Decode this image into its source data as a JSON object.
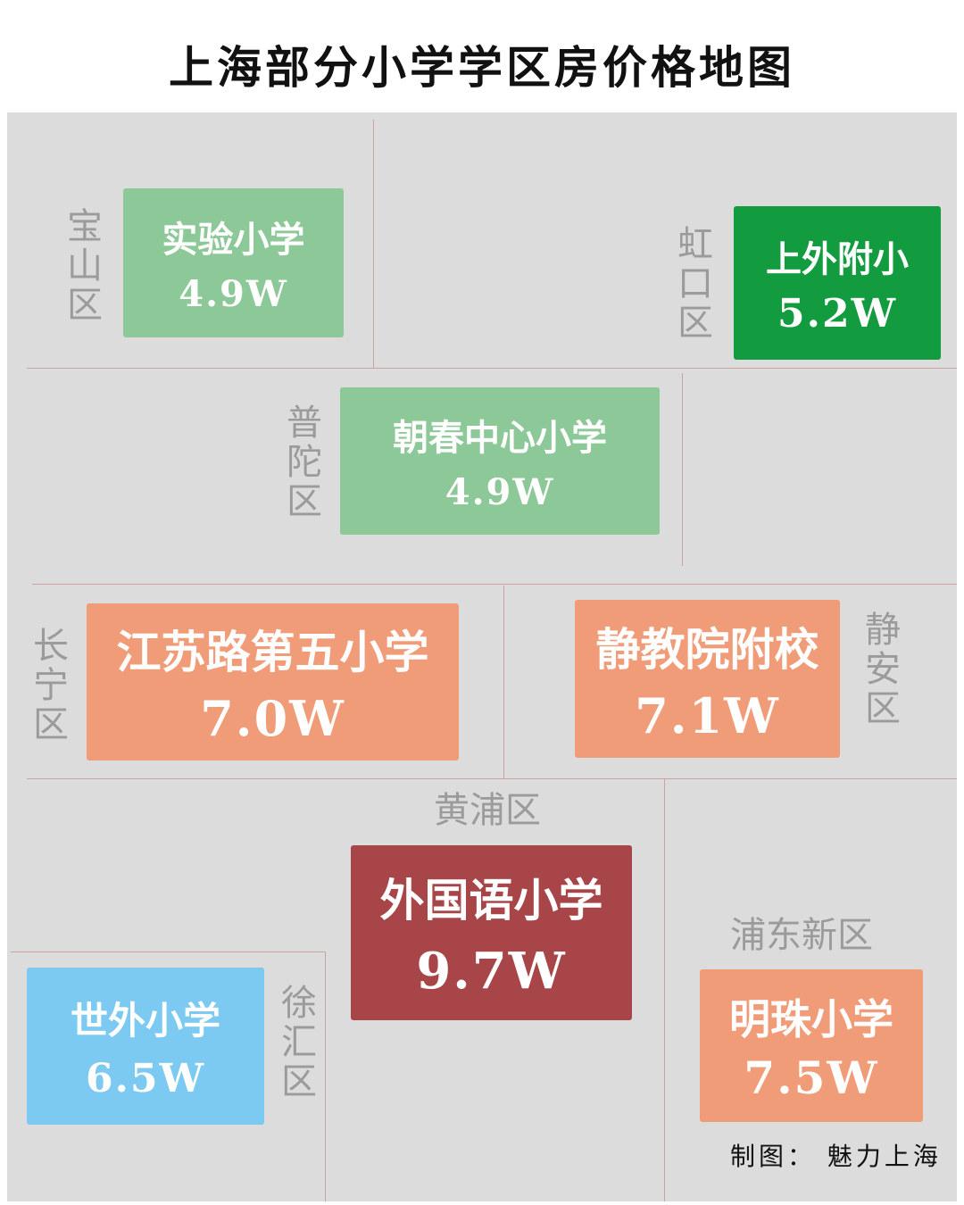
{
  "title": "上海部分小学学区房价格地图",
  "credit": "制图： 魅力上海",
  "colors": {
    "map_background": "#dcdcdc",
    "light_green": "#8dc898",
    "dark_green": "#129c3f",
    "orange": "#f19c78",
    "dark_red": "#a74548",
    "light_blue": "#7ccaf1",
    "district_label": "#9b9b9b",
    "divider": "#c9a3a3"
  },
  "districts": {
    "baoshan": "宝山区",
    "hongkou": "虹口区",
    "putuo": "普陀区",
    "changning": "长宁区",
    "jingan": "静安区",
    "huangpu": "黄浦区",
    "pudong": "浦东新区",
    "xuhui": "徐汇区"
  },
  "schools": {
    "shiyan": {
      "name": "实验小学",
      "price": "4.9W"
    },
    "shangwai": {
      "name": "上外附小",
      "price": "5.2W"
    },
    "chaochun": {
      "name": "朝春中心小学",
      "price": "4.9W"
    },
    "jiangsulu": {
      "name": "江苏路第五小学",
      "price": "7.0W"
    },
    "jingjiao": {
      "name": "静教院附校",
      "price": "7.1W"
    },
    "waiguoyu": {
      "name": "外国语小学",
      "price": "9.7W"
    },
    "shiwai": {
      "name": "世外小学",
      "price": "6.5W"
    },
    "mingzhu": {
      "name": "明珠小学",
      "price": "7.5W"
    }
  }
}
